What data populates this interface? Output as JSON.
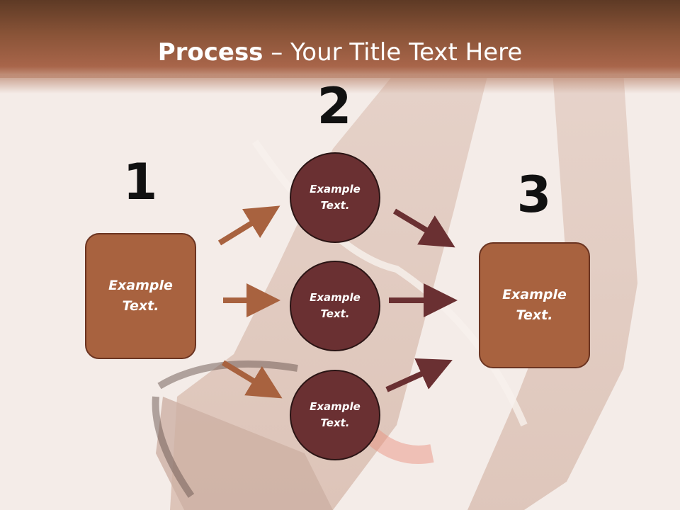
{
  "header": {
    "title_bold": "Process",
    "title_rest": " – Your Title Text Here"
  },
  "steps": [
    {
      "number": "1",
      "box_text": "Example\nText."
    },
    {
      "number": "2",
      "circles": [
        "Example\nText.",
        "Example\nText.",
        "Example\nText."
      ]
    },
    {
      "number": "3",
      "box_text": "Example\nText."
    }
  ],
  "colors": {
    "header_brown": "#8a5438",
    "box_fill": "#a8623f",
    "circle_fill": "#6a3032",
    "arrow_left": "#a8623f",
    "arrow_right": "#6a3032"
  }
}
